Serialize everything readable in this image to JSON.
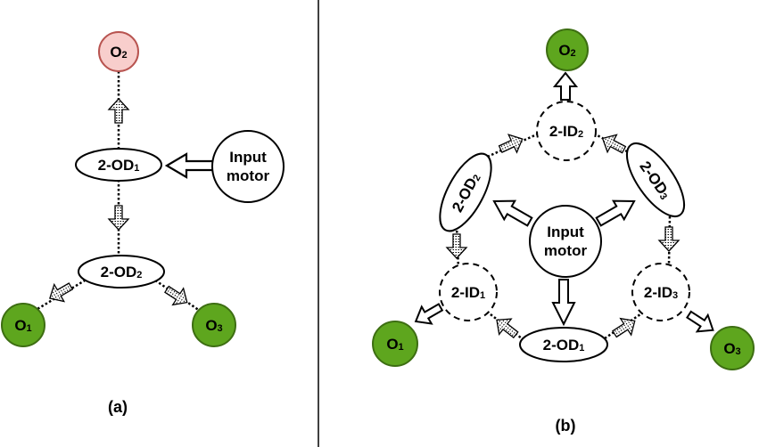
{
  "panel_a": {
    "caption": "(a)",
    "input_motor": [
      "Input",
      "motor"
    ],
    "od1": {
      "base": "2-OD",
      "sub": "1"
    },
    "od2": {
      "base": "2-OD",
      "sub": "2"
    },
    "o1": {
      "base": "O",
      "sub": "1"
    },
    "o2": {
      "base": "O",
      "sub": "2"
    },
    "o3": {
      "base": "O",
      "sub": "3"
    }
  },
  "panel_b": {
    "caption": "(b)",
    "input_motor": [
      "Input",
      "motor"
    ],
    "od1": {
      "base": "2-OD",
      "sub": "1"
    },
    "od2": {
      "base": "2-OD",
      "sub": "2"
    },
    "od3": {
      "base": "2-OD",
      "sub": "3"
    },
    "id1": {
      "base": "2-ID",
      "sub": "1"
    },
    "id2": {
      "base": "2-ID",
      "sub": "2"
    },
    "id3": {
      "base": "2-ID",
      "sub": "3"
    },
    "o1": {
      "base": "O",
      "sub": "1"
    },
    "o2": {
      "base": "O",
      "sub": "2"
    },
    "o3": {
      "base": "O",
      "sub": "3"
    }
  },
  "colors": {
    "output_green": "#5ea61e",
    "output_green_stroke": "#3d6e12",
    "output_pink": "#f8cecc",
    "output_pink_stroke": "#b85450"
  }
}
